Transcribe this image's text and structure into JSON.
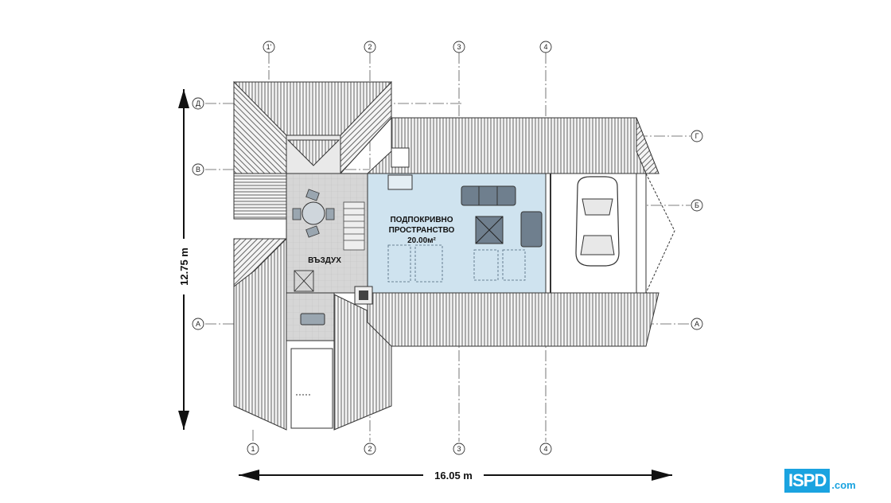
{
  "grid": {
    "vertical_top": [
      "1'",
      "2",
      "3",
      "4"
    ],
    "vertical_bottom": [
      "1",
      "2",
      "3",
      "4"
    ],
    "horizontal_left": [
      "Д",
      "В",
      "А"
    ],
    "horizontal_right": [
      "Г",
      "Б",
      "А"
    ]
  },
  "rooms": {
    "attic_line1": "ПОДПОКРИВНО",
    "attic_line2": "ПРОСТРАНСТВО",
    "attic_area": "20.00м²",
    "void": "ВЪЗДУХ"
  },
  "dimensions": {
    "height": "12.75 m",
    "width": "16.05 m"
  },
  "logo": {
    "mark": "ISPD",
    "domain": ".com"
  },
  "colors": {
    "attic_floor": "#cfe3ef",
    "roof_hatch": "#555555",
    "floor_grey": "#d6d6d6",
    "furniture": "#6f7f8e",
    "logo_blue": "#1aa3e0"
  }
}
